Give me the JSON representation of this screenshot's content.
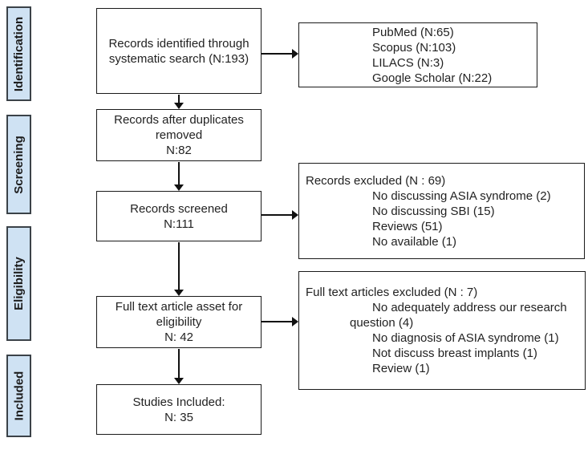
{
  "colors": {
    "sidebar-fill": "#cfe2f3",
    "sidebar-border": "#3b4248",
    "box-border": "#1a1a1a",
    "arrow": "#111111",
    "text": "#222222"
  },
  "sidebar": {
    "items": [
      {
        "label": "Identification"
      },
      {
        "label": "Screening"
      },
      {
        "label": "Eligibility"
      },
      {
        "label": "Included"
      }
    ]
  },
  "main": {
    "identified": {
      "lines": [
        "Records identified through",
        "systematic search (N:193)"
      ]
    },
    "duplicates": {
      "lines": [
        "Records after duplicates",
        "removed",
        "N:82"
      ]
    },
    "screened": {
      "lines": [
        "Records screened",
        "N:111"
      ]
    },
    "fulltext": {
      "lines": [
        "Full text article asset for",
        "eligibility",
        "N: 42"
      ]
    },
    "included": {
      "lines": [
        "Studies Included:",
        "N: 35"
      ]
    }
  },
  "right": {
    "sources": {
      "lines": [
        "PubMed (N:65)",
        "Scopus (N:103)",
        "LILACS (N:3)",
        "Google Scholar (N:22)"
      ]
    },
    "records_excluded": {
      "title": "Records excluded (N : 69)",
      "items": [
        "No discussing ASIA syndrome (2)",
        "No discussing SBI (15)",
        "Reviews (51)",
        "No available (1)"
      ]
    },
    "fulltext_excluded": {
      "title": "Full text articles excluded (N : 7)",
      "items": [
        "No adequately address our research question (4)",
        "No diagnosis of ASIA syndrome (1)",
        "Not discuss breast implants (1)",
        "Review (1)"
      ]
    }
  }
}
